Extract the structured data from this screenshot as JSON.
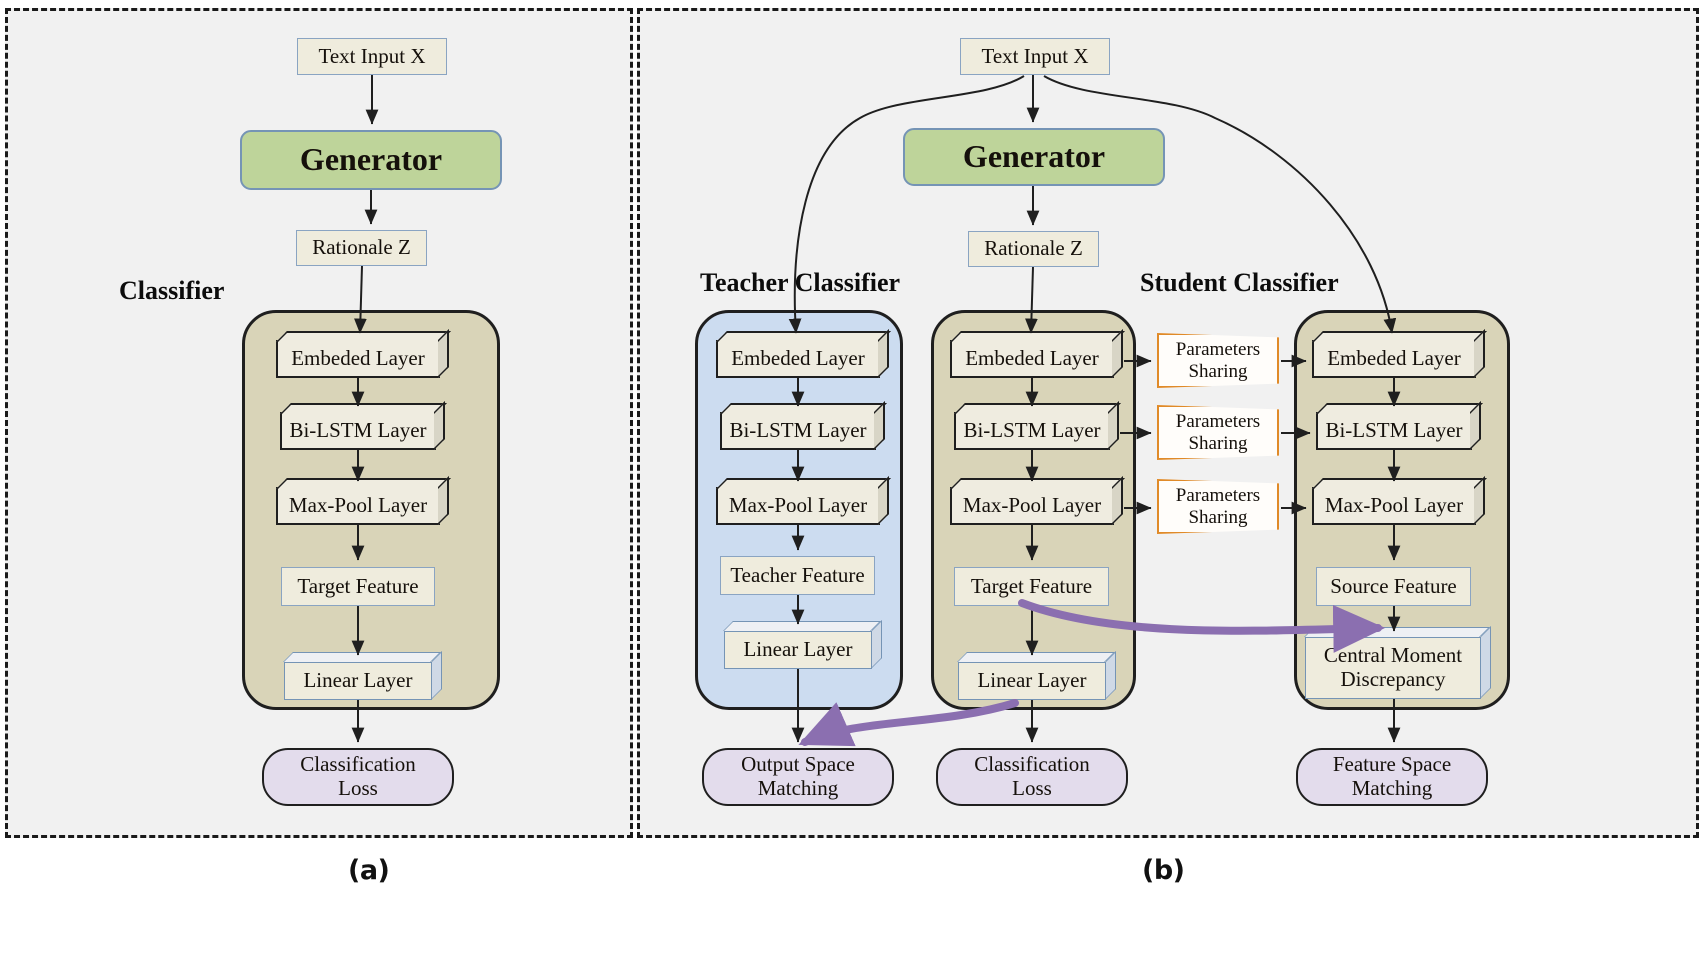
{
  "figure": {
    "type": "diagram",
    "panels": [
      {
        "id": "a",
        "caption": "(a)",
        "nodes": {
          "text_input": "Text  Input  X",
          "generator": "Generator",
          "rationale": "Rationale  Z",
          "classifier_label": "Classifier",
          "embedded": "Embeded  Layer",
          "bilstm": "Bi-LSTM Layer",
          "maxpool": "Max-Pool  Layer",
          "feature": "Target Feature",
          "linear": "Linear Layer",
          "loss_line1": "Classification",
          "loss_line2": "Loss"
        }
      },
      {
        "id": "b",
        "caption": "(b)",
        "nodes": {
          "text_input": "Text  Input  X",
          "generator": "Generator",
          "rationale": "Rationale  Z",
          "teacher_label": "Teacher  Classifier",
          "student_label": "Student Classifier",
          "teacher": {
            "embedded": "Embeded  Layer",
            "bilstm": "Bi-LSTM Layer",
            "maxpool": "Max-Pool  Layer",
            "feature": "Teacher Feature",
            "linear": "Linear Layer",
            "loss_line1": "Output Space",
            "loss_line2": "Matching"
          },
          "middle": {
            "embedded": "Embeded  Layer",
            "bilstm": "Bi-LSTM Layer",
            "maxpool": "Max-Pool  Layer",
            "feature": "Target Feature",
            "linear": "Linear Layer",
            "loss_line1": "Classification",
            "loss_line2": "Loss"
          },
          "student": {
            "embedded": "Embeded  Layer",
            "bilstm": "Bi-LSTM Layer",
            "maxpool": "Max-Pool  Layer",
            "feature": "Source Feature",
            "cmd_line1": "Central Moment",
            "cmd_line2": "Discrepancy",
            "loss_line1": "Feature Space",
            "loss_line2": "Matching"
          },
          "sharing": [
            {
              "line1": "Parameters",
              "line2": "Sharing"
            },
            {
              "line1": "Parameters",
              "line2": "Sharing"
            },
            {
              "line1": "Parameters",
              "line2": "Sharing"
            }
          ]
        }
      }
    ],
    "colors": {
      "panel_background": "#f1f1f1",
      "generator_fill": "#bed49a",
      "container_tan": "#d9d4b8",
      "container_blue": "#ccdcf0",
      "node_fill": "#efecdd",
      "loss_fill": "#e3dcec",
      "sharing_border": "#e08a28",
      "highlight_arrow": "#8b6fb0",
      "outline": "#1f1f1f",
      "blue_border": "#7594b5"
    }
  }
}
